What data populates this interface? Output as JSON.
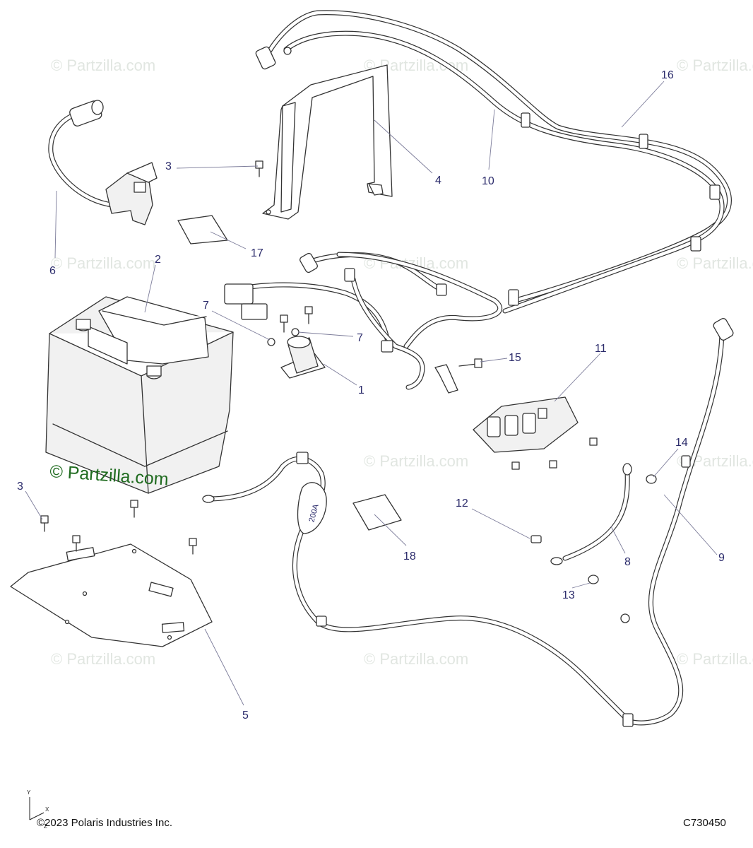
{
  "watermark": {
    "repeat_text": "© Partzilla.com",
    "main_text": "© Partzilla.com"
  },
  "callouts": [
    {
      "id": "1",
      "label": "1"
    },
    {
      "id": "2",
      "label": "2"
    },
    {
      "id": "3a",
      "label": "3"
    },
    {
      "id": "3b",
      "label": "3"
    },
    {
      "id": "4",
      "label": "4"
    },
    {
      "id": "5",
      "label": "5"
    },
    {
      "id": "6",
      "label": "6"
    },
    {
      "id": "7a",
      "label": "7"
    },
    {
      "id": "7b",
      "label": "7"
    },
    {
      "id": "8",
      "label": "8"
    },
    {
      "id": "9",
      "label": "9"
    },
    {
      "id": "10",
      "label": "10"
    },
    {
      "id": "11",
      "label": "11"
    },
    {
      "id": "12",
      "label": "12"
    },
    {
      "id": "13",
      "label": "13"
    },
    {
      "id": "14",
      "label": "14"
    },
    {
      "id": "15",
      "label": "15"
    },
    {
      "id": "16",
      "label": "16"
    },
    {
      "id": "17",
      "label": "17"
    },
    {
      "id": "18",
      "label": "18"
    }
  ],
  "fuse_label": "200A",
  "axis_labels": {
    "y": "Y",
    "x": "X",
    "z": "Z"
  },
  "footer": {
    "copyright": "©2023 Polaris Industries Inc.",
    "diagram_code": "C730450"
  }
}
